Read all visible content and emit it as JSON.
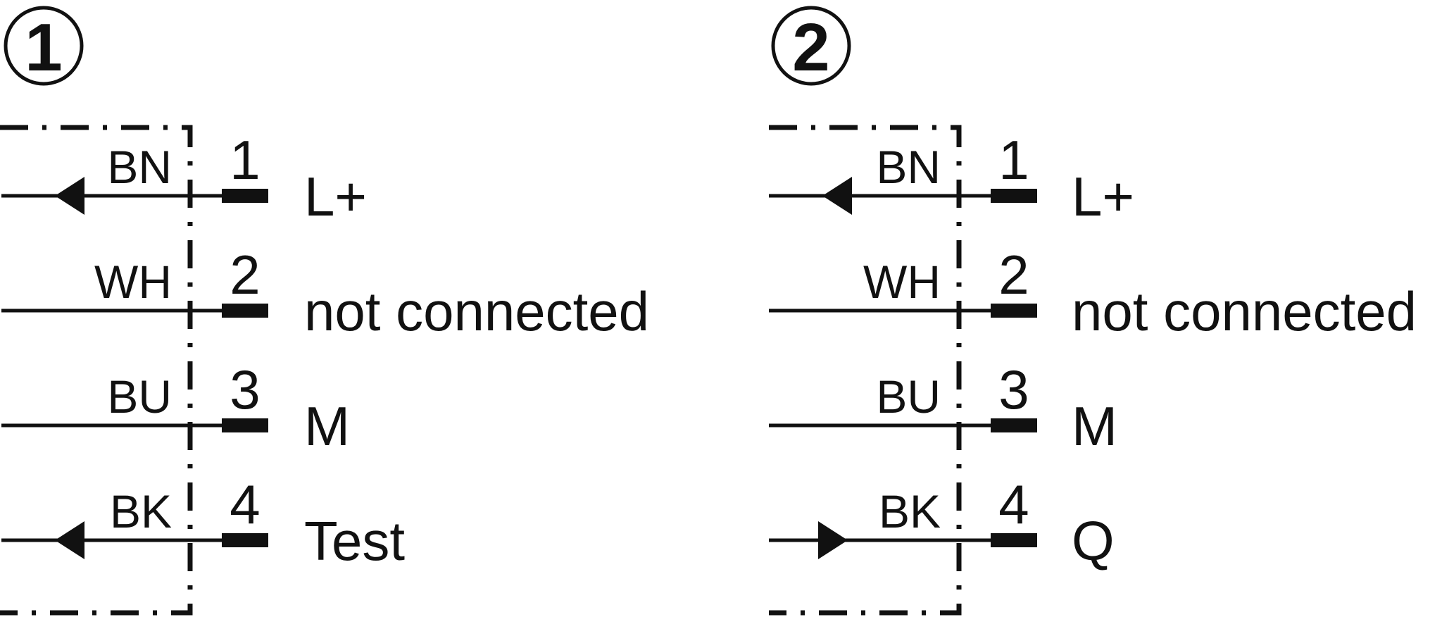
{
  "colors": {
    "line": "#111111",
    "background": "#ffffff"
  },
  "connectors": [
    {
      "id": "1",
      "label": "①",
      "pins": [
        {
          "pin": "1",
          "wire": "BN",
          "signal": "L+",
          "arrow": "left"
        },
        {
          "pin": "2",
          "wire": "WH",
          "signal": "not connected",
          "arrow": "none"
        },
        {
          "pin": "3",
          "wire": "BU",
          "signal": "M",
          "arrow": "none"
        },
        {
          "pin": "4",
          "wire": "BK",
          "signal": "Test",
          "arrow": "left"
        }
      ]
    },
    {
      "id": "2",
      "label": "②",
      "pins": [
        {
          "pin": "1",
          "wire": "BN",
          "signal": "L+",
          "arrow": "left"
        },
        {
          "pin": "2",
          "wire": "WH",
          "signal": "not connected",
          "arrow": "none"
        },
        {
          "pin": "3",
          "wire": "BU",
          "signal": "M",
          "arrow": "none"
        },
        {
          "pin": "4",
          "wire": "BK",
          "signal": "Q",
          "arrow": "right"
        }
      ]
    }
  ]
}
